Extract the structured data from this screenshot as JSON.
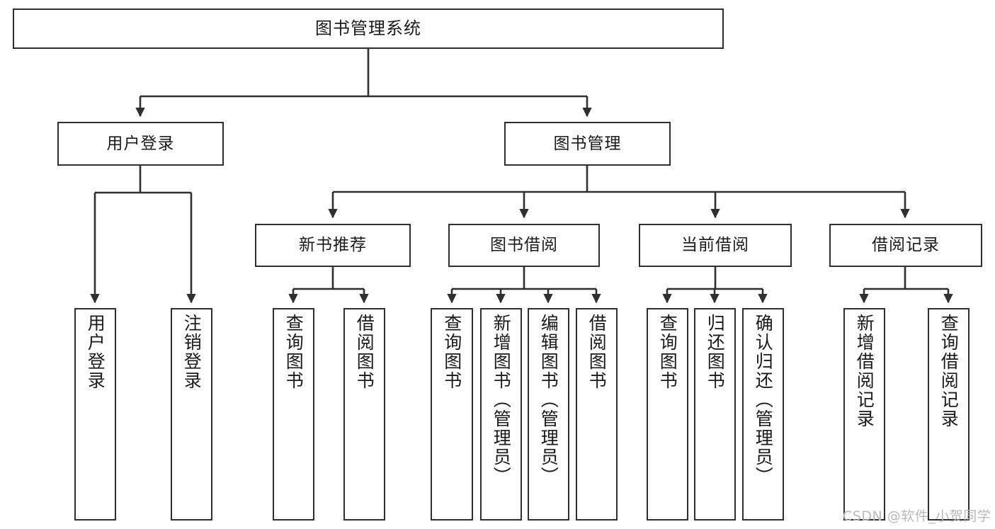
{
  "diagram": {
    "type": "tree",
    "title": "图书管理系统",
    "orientation": "top-down",
    "colors": {
      "background": "#ffffff",
      "node_border": "#2f2f2f",
      "node_fill": "#ffffff",
      "edge": "#2f2f2f",
      "text": "#1a1a1a",
      "watermark": "#b9b9b9"
    }
  },
  "watermark": {
    "text": "CSDN @软件_小贺同学"
  },
  "nodes": {
    "root": {
      "label": "图书管理系统"
    },
    "level2": [
      {
        "id": "user-login",
        "label": "用户登录"
      },
      {
        "id": "book-manage",
        "label": "图书管理"
      }
    ],
    "level3": [
      {
        "id": "new-book-recommend",
        "label": "新书推荐"
      },
      {
        "id": "book-borrow",
        "label": "图书借阅"
      },
      {
        "id": "current-borrow",
        "label": "当前借阅"
      },
      {
        "id": "borrow-record",
        "label": "借阅记录"
      }
    ],
    "leaves": {
      "user-login": [
        {
          "id": "leaf-user-login",
          "label": "用户登录"
        },
        {
          "id": "leaf-logout",
          "label": "注销登录"
        }
      ],
      "new-book-recommend": [
        {
          "id": "leaf-query-book-1",
          "label": "查询图书"
        },
        {
          "id": "leaf-borrow-book-1",
          "label": "借阅图书"
        }
      ],
      "book-borrow": [
        {
          "id": "leaf-query-book-2",
          "label": "查询图书"
        },
        {
          "id": "leaf-add-book",
          "label": "新增图书（管理员）"
        },
        {
          "id": "leaf-edit-book",
          "label": "编辑图书（管理员）"
        },
        {
          "id": "leaf-borrow-book-2",
          "label": "借阅图书"
        }
      ],
      "current-borrow": [
        {
          "id": "leaf-query-book-3",
          "label": "查询图书"
        },
        {
          "id": "leaf-return-book",
          "label": "归还图书"
        },
        {
          "id": "leaf-confirm-return",
          "label": "确认归还（管理员）"
        }
      ],
      "borrow-record": [
        {
          "id": "leaf-add-record",
          "label": "新增借阅记录"
        },
        {
          "id": "leaf-query-record",
          "label": "查询借阅记录"
        }
      ]
    }
  }
}
